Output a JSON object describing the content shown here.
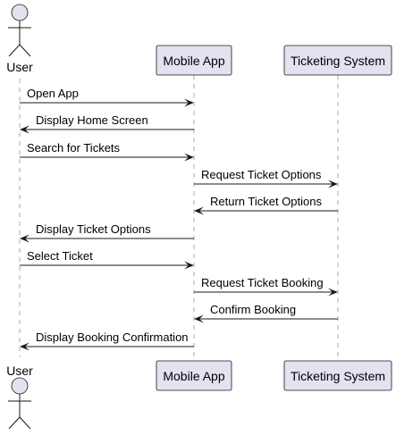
{
  "participants": [
    {
      "id": "user",
      "label": "User",
      "kind": "actor"
    },
    {
      "id": "app",
      "label": "Mobile App",
      "kind": "box"
    },
    {
      "id": "ticketing",
      "label": "Ticketing System",
      "kind": "box"
    }
  ],
  "messages": [
    {
      "from": "user",
      "to": "app",
      "label": "Open App"
    },
    {
      "from": "app",
      "to": "user",
      "label": "Display Home Screen"
    },
    {
      "from": "user",
      "to": "app",
      "label": "Search for Tickets"
    },
    {
      "from": "app",
      "to": "ticketing",
      "label": "Request Ticket Options"
    },
    {
      "from": "ticketing",
      "to": "app",
      "label": "Return Ticket Options"
    },
    {
      "from": "app",
      "to": "user",
      "label": "Display Ticket Options"
    },
    {
      "from": "user",
      "to": "app",
      "label": "Select Ticket"
    },
    {
      "from": "app",
      "to": "ticketing",
      "label": "Request Ticket Booking"
    },
    {
      "from": "ticketing",
      "to": "app",
      "label": "Confirm Booking"
    },
    {
      "from": "app",
      "to": "user",
      "label": "Display Booking Confirmation"
    }
  ],
  "colors": {
    "participant_fill": "#e2e2f0",
    "stroke": "#181818",
    "lifeline": "#a8a8a8"
  }
}
